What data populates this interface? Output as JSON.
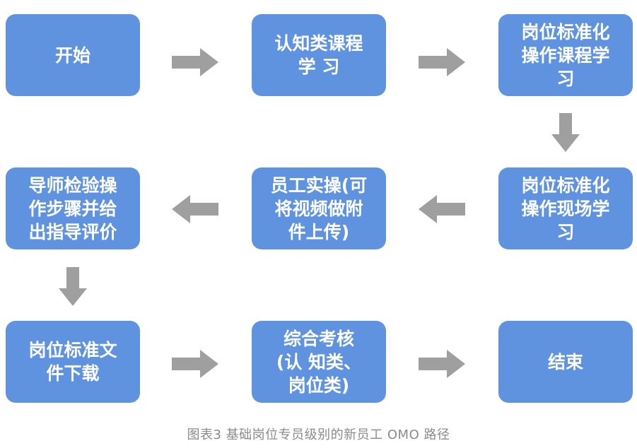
{
  "diagram": {
    "colors": {
      "box_fill": "#5f93e0",
      "box_text": "#ffffff",
      "arrow": "#9f9f9f",
      "caption": "#8a8a8a"
    },
    "nodes": [
      {
        "id": "n1",
        "label": "开始"
      },
      {
        "id": "n2",
        "label": "认知类课程\n学 习"
      },
      {
        "id": "n3",
        "label": "岗位标准化\n操作课程学\n习"
      },
      {
        "id": "n4",
        "label": "岗位标准化\n操作现场学\n习"
      },
      {
        "id": "n5",
        "label": "员工实操(可\n将视频做附\n件上传)"
      },
      {
        "id": "n6",
        "label": "导师检验操\n作步骤并给\n出指导评价"
      },
      {
        "id": "n7",
        "label": "岗位标准文\n件下载"
      },
      {
        "id": "n8",
        "label": "综合考核\n(认 知类、\n岗位类)"
      },
      {
        "id": "n9",
        "label": "结束"
      }
    ],
    "edges": [
      {
        "from": "n1",
        "to": "n2"
      },
      {
        "from": "n2",
        "to": "n3"
      },
      {
        "from": "n3",
        "to": "n4"
      },
      {
        "from": "n4",
        "to": "n5"
      },
      {
        "from": "n5",
        "to": "n6"
      },
      {
        "from": "n6",
        "to": "n7"
      },
      {
        "from": "n7",
        "to": "n8"
      },
      {
        "from": "n8",
        "to": "n9"
      }
    ],
    "caption": "图表3   基础岗位专员级别的新员工 OMO 路径"
  }
}
